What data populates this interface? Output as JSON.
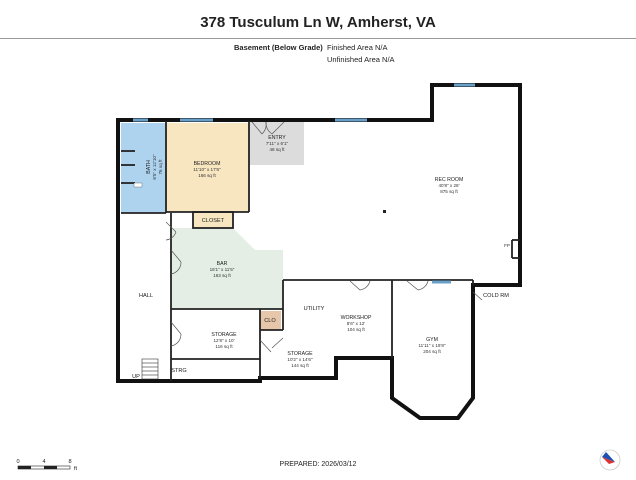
{
  "header": {
    "address": "378 Tusculum Ln W, Amherst, VA",
    "level": "Basement (Below Grade)",
    "finished_area": "Finished Area N/A",
    "unfinished_area": "Unfinished Area N/A"
  },
  "rooms": {
    "bath": {
      "name": "BATH",
      "dims": "6'5\" x 12'10\"",
      "area": "76 sq ft"
    },
    "bedroom": {
      "name": "BEDROOM",
      "dims": "11'10\" x 17'6\"",
      "area": "166 sq ft"
    },
    "entry": {
      "name": "ENTRY",
      "dims": "7'11\" x 6'1\"",
      "area": "48 sq ft"
    },
    "rec": {
      "name": "REC ROOM",
      "dims": "40'8\" x 28'",
      "area": "875 sq ft"
    },
    "bar": {
      "name": "BAR",
      "dims": "16'1\" x 11'5\"",
      "area": "163 sq ft"
    },
    "workshop": {
      "name": "WORKSHOP",
      "dims": "8'6\" x 12'",
      "area": "104 sq ft"
    },
    "gym": {
      "name": "GYM",
      "dims": "11'11\" x 19'8\"",
      "area": "204 sq ft"
    },
    "storage1": {
      "name": "STORAGE",
      "dims": "12'8\" x 10'",
      "area": "116 sq ft"
    },
    "storage2": {
      "name": "STORAGE",
      "dims": "10'2\" x 14'6\"",
      "area": "144 sq ft"
    }
  },
  "labels": {
    "closet": "CLOSET",
    "hall": "HALL",
    "utility": "UTILITY",
    "clo": "CLO",
    "cold_rm": "COLD RM",
    "strg": "STRG",
    "up": "UP",
    "fp": "FP"
  },
  "scale": {
    "t0": "0",
    "t4": "4",
    "t8": "8",
    "unit": "ft"
  },
  "footer": {
    "prepared": "PREPARED: 2026/03/12"
  },
  "colors": {
    "wall": "#111111",
    "bath": "#aed3ef",
    "bedroom": "#f8e6c0",
    "bar": "#e4eee4",
    "entry": "#dcdcdc",
    "clo": "#e6c7aa",
    "window": "#6a9fc8"
  }
}
